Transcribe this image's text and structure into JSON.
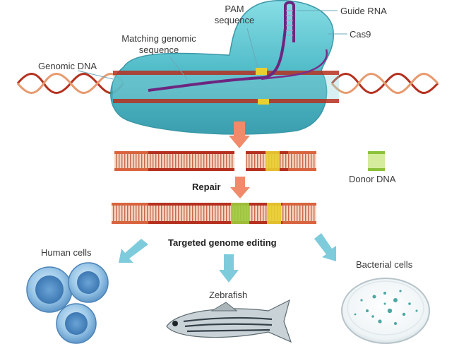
{
  "labels": {
    "pam": "PAM\nsequence",
    "guide_rna": "Guide RNA",
    "matching": "Matching genomic\nsequence",
    "cas9": "Cas9",
    "genomic_dna": "Genomic DNA",
    "donor_dna": "Donor DNA",
    "repair": "Repair",
    "targeted": "Targeted genome editing",
    "human_cells": "Human cells",
    "bacterial_cells": "Bacterial cells",
    "zebrafish": "Zebrafish"
  },
  "colors": {
    "cas9_fill": "#4fc3cf",
    "dna_red": "#b5301f",
    "dna_light": "#f3b79a",
    "guide_rna": "#7a2d8c",
    "pam_yellow": "#e9cf2f",
    "donor_green": "#9ccc3c",
    "arrow_orange": "#f08a6a",
    "arrow_blue": "#7ecbdc"
  }
}
